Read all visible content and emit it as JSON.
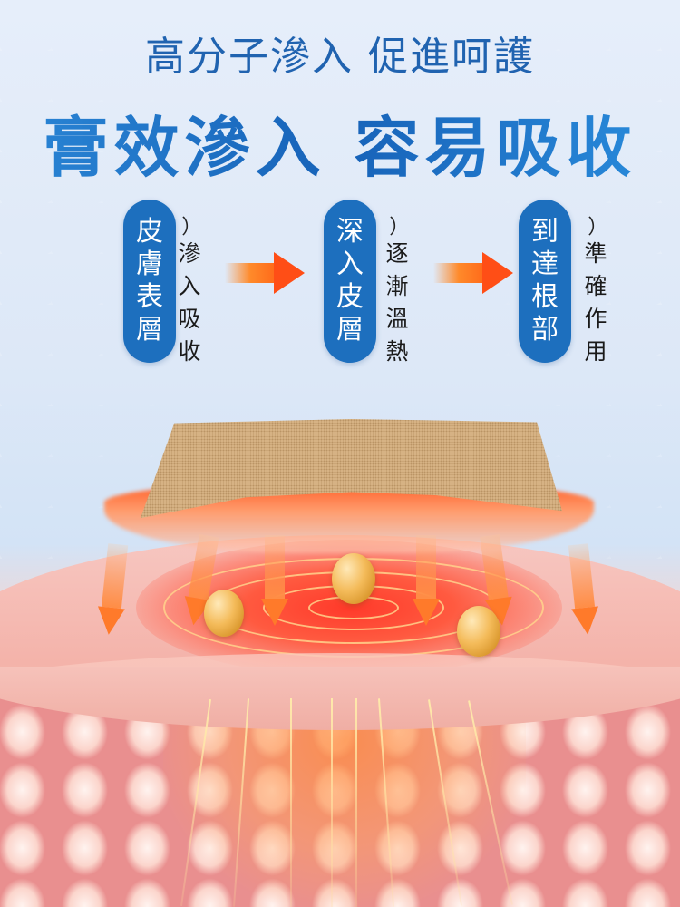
{
  "header": {
    "subtitle": "高分子滲入 促進呵護",
    "title": "膏效滲入 容易吸收"
  },
  "steps": [
    {
      "label_chars": [
        "皮",
        "膚",
        "表",
        "層"
      ],
      "label": "皮膚表層",
      "desc_chars": [
        "滲",
        "入",
        "吸",
        "收"
      ],
      "desc": "滲入吸收"
    },
    {
      "label_chars": [
        "深",
        "入",
        "皮",
        "層"
      ],
      "label": "深入皮層",
      "desc_chars": [
        "逐",
        "漸",
        "溫",
        "熱"
      ],
      "desc": "逐漸溫熱"
    },
    {
      "label_chars": [
        "到",
        "達",
        "根",
        "部"
      ],
      "label": "到達根部",
      "desc_chars": [
        "準",
        "確",
        "作",
        "用"
      ],
      "desc": "準確作用"
    }
  ],
  "bracket_glyph": "︵",
  "icons": {
    "step_arrow": "arrow-right-icon",
    "heat_arrow": "arrow-down-icon"
  },
  "colors": {
    "title_blue": "#1762b8",
    "subtitle_blue": "#2063b0",
    "pill_blue": "#1d6fbe",
    "arrow_orange": "#ff4e16",
    "patch_tan": "#d9b587",
    "heat_red": "#ff3a2a"
  }
}
